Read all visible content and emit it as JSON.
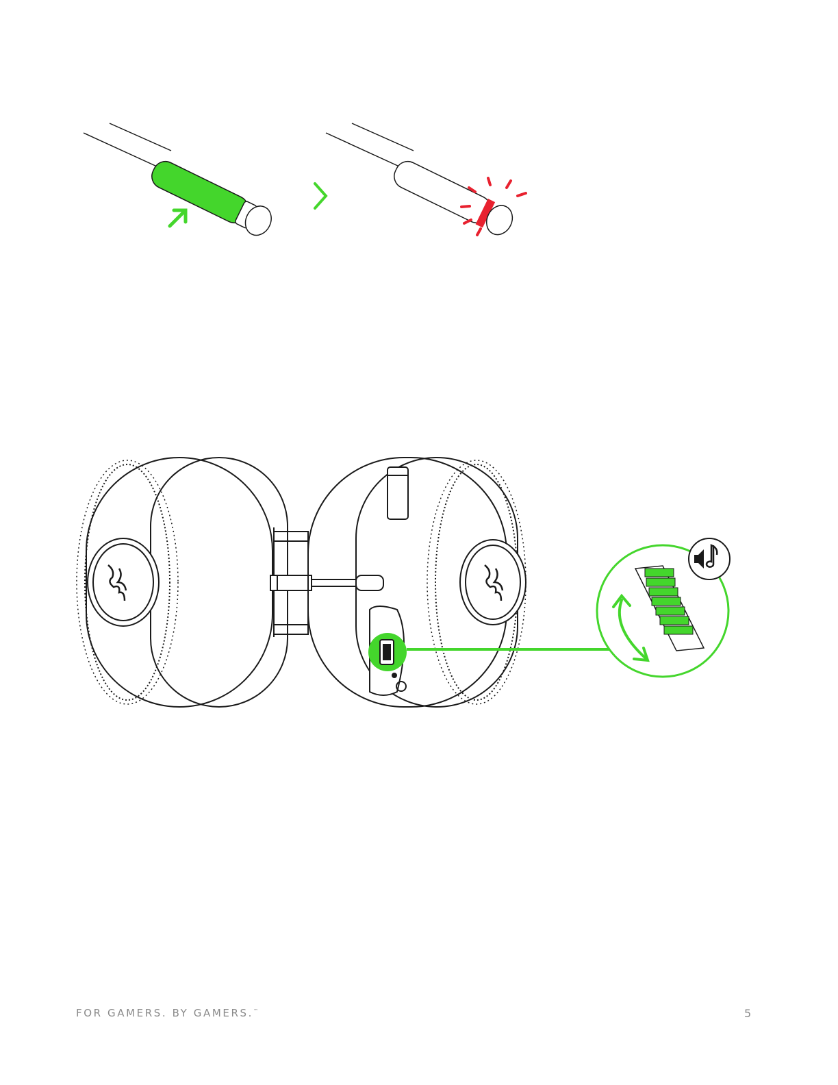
{
  "footer": {
    "tagline": "FOR GAMERS. BY GAMERS.",
    "trademark": "™",
    "page_number": "5"
  },
  "colors": {
    "accent_green": "#44d62c",
    "alert_red": "#e8212f",
    "line": "#1a1a1a",
    "footer_text": "#8a8a8a"
  },
  "illustrations": [
    {
      "id": "mic-mute-illustration",
      "icons": [
        "press-arrow-icon",
        "next-step-chevron-icon",
        "mute-glow-indicator-icon"
      ]
    },
    {
      "id": "headset-volume-illustration",
      "icons": [
        "razer-logo-icon",
        "volume-wheel-icon",
        "rotate-arrows-icon",
        "volume-music-icon"
      ]
    }
  ]
}
